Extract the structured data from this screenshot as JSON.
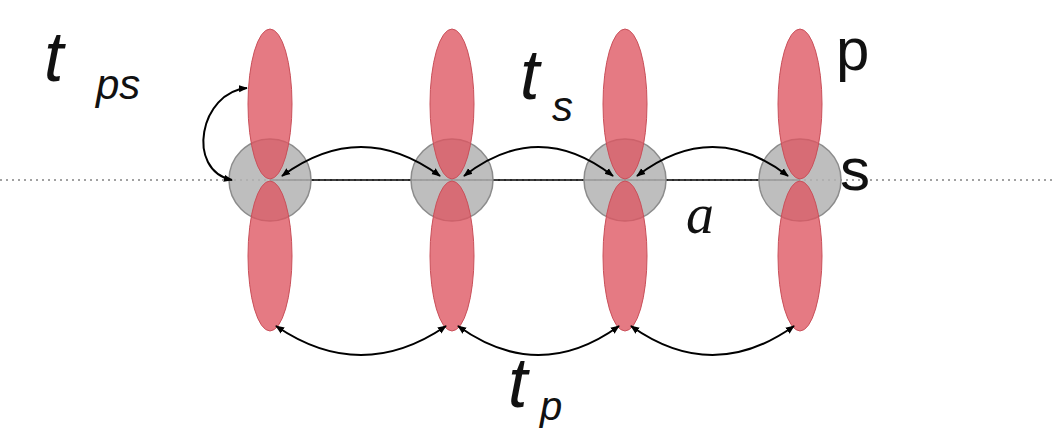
{
  "diagram": {
    "labels": [
      "t",
      "ps",
      "t",
      "s",
      "p",
      "s",
      "a",
      "t",
      "p"
    ]
  }
}
